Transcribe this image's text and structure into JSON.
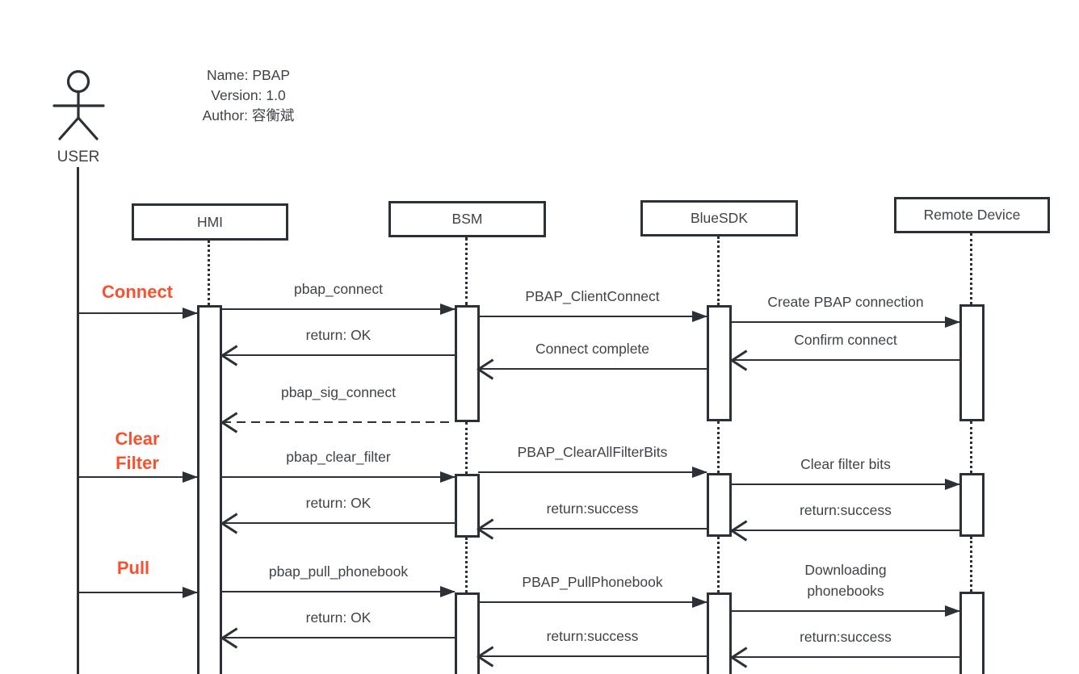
{
  "header": {
    "title": "Name: PBAP\nVersion: 1.0\nAuthor: 容衡斌"
  },
  "actor": {
    "label": "USER"
  },
  "participants": {
    "hmi": "HMI",
    "bsm": "BSM",
    "bluesdk": "BlueSDK",
    "remote": "Remote Device"
  },
  "sections": {
    "connect": "Connect",
    "clear_filter": "Clear\nFilter",
    "pull": "Pull"
  },
  "messages": {
    "connect": {
      "pbap_connect": "pbap_connect",
      "client_connect": "PBAP_ClientConnect",
      "create_connection": "Create PBAP connection",
      "confirm_connect": "Confirm connect",
      "connect_complete": "Connect complete",
      "return_ok": "return: OK",
      "sig_connect": "pbap_sig_connect"
    },
    "clear_filter": {
      "pbap_clear_filter": "pbap_clear_filter",
      "clear_all_filter_bits": "PBAP_ClearAllFilterBits",
      "clear_filter_bits": "Clear filter bits",
      "return_success_remote": "return:success",
      "return_success_sdk": "return:success",
      "return_ok": "return: OK"
    },
    "pull": {
      "pbap_pull_phonebook": "pbap_pull_phonebook",
      "pull_phonebook": "PBAP_PullPhonebook",
      "downloading_phonebooks": "Downloading\nphonebooks",
      "return_success_remote": "return:success",
      "return_success_sdk": "return:success",
      "return_ok": "return: OK"
    }
  },
  "colors": {
    "line": "#2c3137",
    "text": "#3f4348",
    "accent": "#f8512e",
    "background": "#ffffff"
  }
}
